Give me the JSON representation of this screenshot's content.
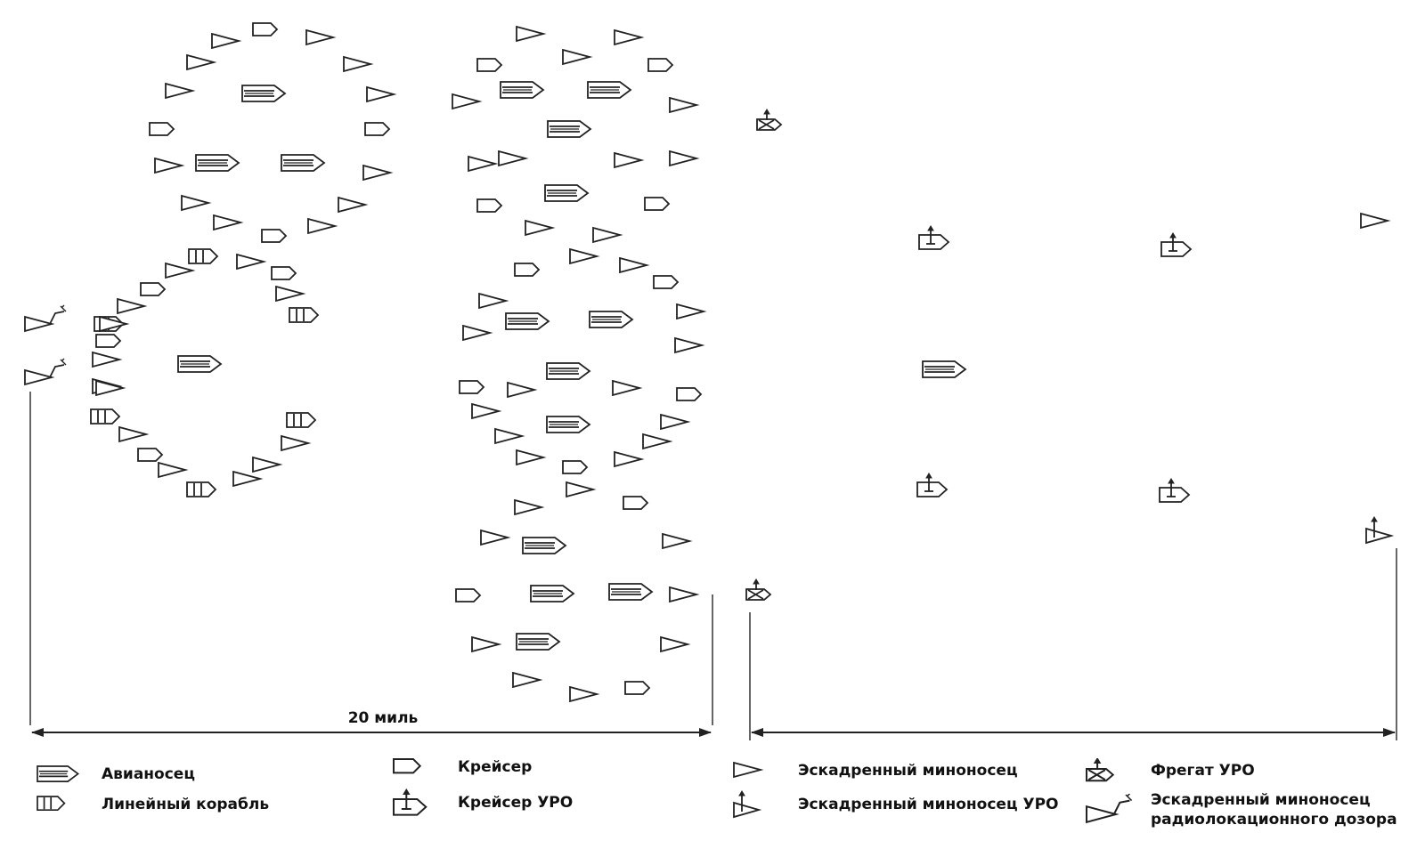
{
  "dimensions": {
    "left_span": "20 миль"
  },
  "legend": [
    {
      "key": "carrier",
      "icon": "carrier-icon",
      "label": "Авианосец"
    },
    {
      "key": "battleship",
      "icon": "battleship-icon",
      "label": "Линейный корабль"
    },
    {
      "key": "cruiser",
      "icon": "cruiser-icon",
      "label": "Крейсер"
    },
    {
      "key": "cruiser_uro",
      "icon": "missile-cruiser-icon",
      "label": "Крейсер УРО"
    },
    {
      "key": "destroyer",
      "icon": "destroyer-icon",
      "label": "Эскадренный миноносец"
    },
    {
      "key": "destroyer_uro",
      "icon": "missile-destroyer-icon",
      "label": "Эскадренный миноносец УРО"
    },
    {
      "key": "frigate_uro",
      "icon": "missile-frigate-icon",
      "label": "Фрегат УРО"
    },
    {
      "key": "radar_picket",
      "icon": "radar-picket-destroyer-icon",
      "label_line1": "Эскадренный миноносец",
      "label_line2": "радиолокационного дозора"
    }
  ],
  "colors": {
    "ink": "#222222",
    "background": "#ffffff"
  }
}
